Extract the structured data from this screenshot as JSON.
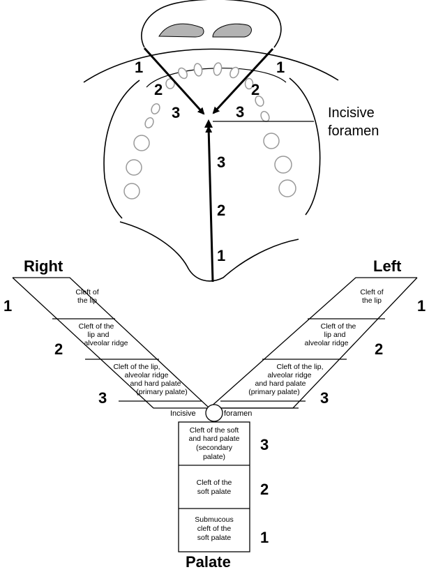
{
  "anatomy": {
    "nums_left": [
      "1",
      "2",
      "3"
    ],
    "nums_right": [
      "1",
      "2",
      "3"
    ],
    "nums_center": [
      "3",
      "2",
      "1"
    ],
    "foramen_caption": [
      "Incisive",
      "foramen"
    ]
  },
  "classification": {
    "right_heading": "Right",
    "left_heading": "Left",
    "bottom_heading": "Palate",
    "incisive_label": "Incisive",
    "foramen_label": "foramen",
    "right_arm": [
      {
        "number": "1",
        "lines": [
          "Cleft of",
          "the lip"
        ]
      },
      {
        "number": "2",
        "lines": [
          "Cleft of the",
          "lip and",
          "alveolar ridge"
        ]
      },
      {
        "number": "3",
        "lines": [
          "Cleft of the lip,",
          "alveolar ridge",
          "and hard palate",
          "(primary palate)"
        ]
      }
    ],
    "left_arm": [
      {
        "number": "1",
        "lines": [
          "Cleft of",
          "the lip"
        ]
      },
      {
        "number": "2",
        "lines": [
          "Cleft of the",
          "lip and",
          "alveolar ridge"
        ]
      },
      {
        "number": "3",
        "lines": [
          "Cleft of the lip,",
          "alveolar ridge",
          "and hard palate",
          "(primary palate)"
        ]
      }
    ],
    "palate_column": [
      {
        "number": "3",
        "lines": [
          "Cleft of the soft",
          "and hard palate",
          "(secondary",
          "palate)"
        ]
      },
      {
        "number": "2",
        "lines": [
          "Cleft of the",
          "soft palate"
        ]
      },
      {
        "number": "1",
        "lines": [
          "Submucous",
          "cleft of the",
          "soft palate"
        ]
      }
    ]
  }
}
